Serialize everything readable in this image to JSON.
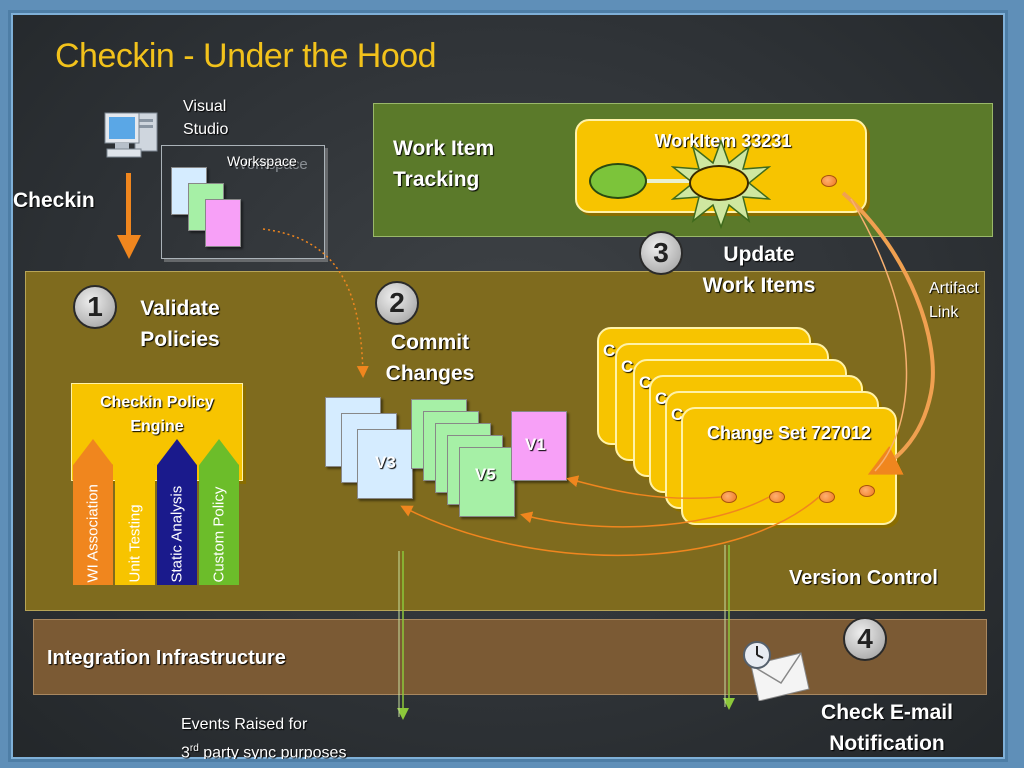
{
  "title": "Checkin - Under the Hood",
  "vs": {
    "line1": "Visual",
    "line2": "Studio"
  },
  "workspace_label": "Workspace",
  "workspace_ghost": "Workspace",
  "checkin_label": "Checkin",
  "wit": {
    "title_line1": "Work Item",
    "title_line2": "Tracking",
    "workitem_label": "WorkItem 33231"
  },
  "step3": {
    "number": "3",
    "line1": "Update",
    "line2": "Work Items"
  },
  "artifact": {
    "line1": "Artifact",
    "line2": "Link"
  },
  "step1": {
    "number": "1",
    "line1": "Validate",
    "line2": "Policies"
  },
  "step2": {
    "number": "2",
    "line1": "Commit",
    "line2": "Changes"
  },
  "policy_engine": {
    "title_line1": "Checkin Policy",
    "title_line2": "Engine",
    "columns": [
      {
        "label": "WI Association",
        "color": "#f0861e",
        "text_color": "#ffffff"
      },
      {
        "label": "Unit Testing",
        "color": "#f7c400",
        "text_color": "#ffffff"
      },
      {
        "label": "Static Analysis",
        "color": "#1a1a8c",
        "text_color": "#ffffff"
      },
      {
        "label": "Custom Policy",
        "color": "#6cbd2a",
        "text_color": "#ffffff"
      }
    ]
  },
  "versions": {
    "v3": "V3",
    "v5": "V5",
    "v1": "V1"
  },
  "changeset": {
    "partial": "C",
    "label": "Change Set 727012"
  },
  "vc_label": "Version Control",
  "step4": {
    "number": "4",
    "line1": "Check E-mail",
    "line2": "Notification"
  },
  "integration_label": "Integration Infrastructure",
  "events": {
    "line1": "Events Raised for",
    "line2_prefix": "3",
    "line2_sup": "rd",
    "line2_suffix": " party sync purposes"
  },
  "colors": {
    "title": "#f2c21b",
    "wit_panel": "#5b7a2a",
    "vc_panel": "#7f6b1e",
    "int_panel": "#7b5a34",
    "accent_orange": "#f0861e"
  }
}
